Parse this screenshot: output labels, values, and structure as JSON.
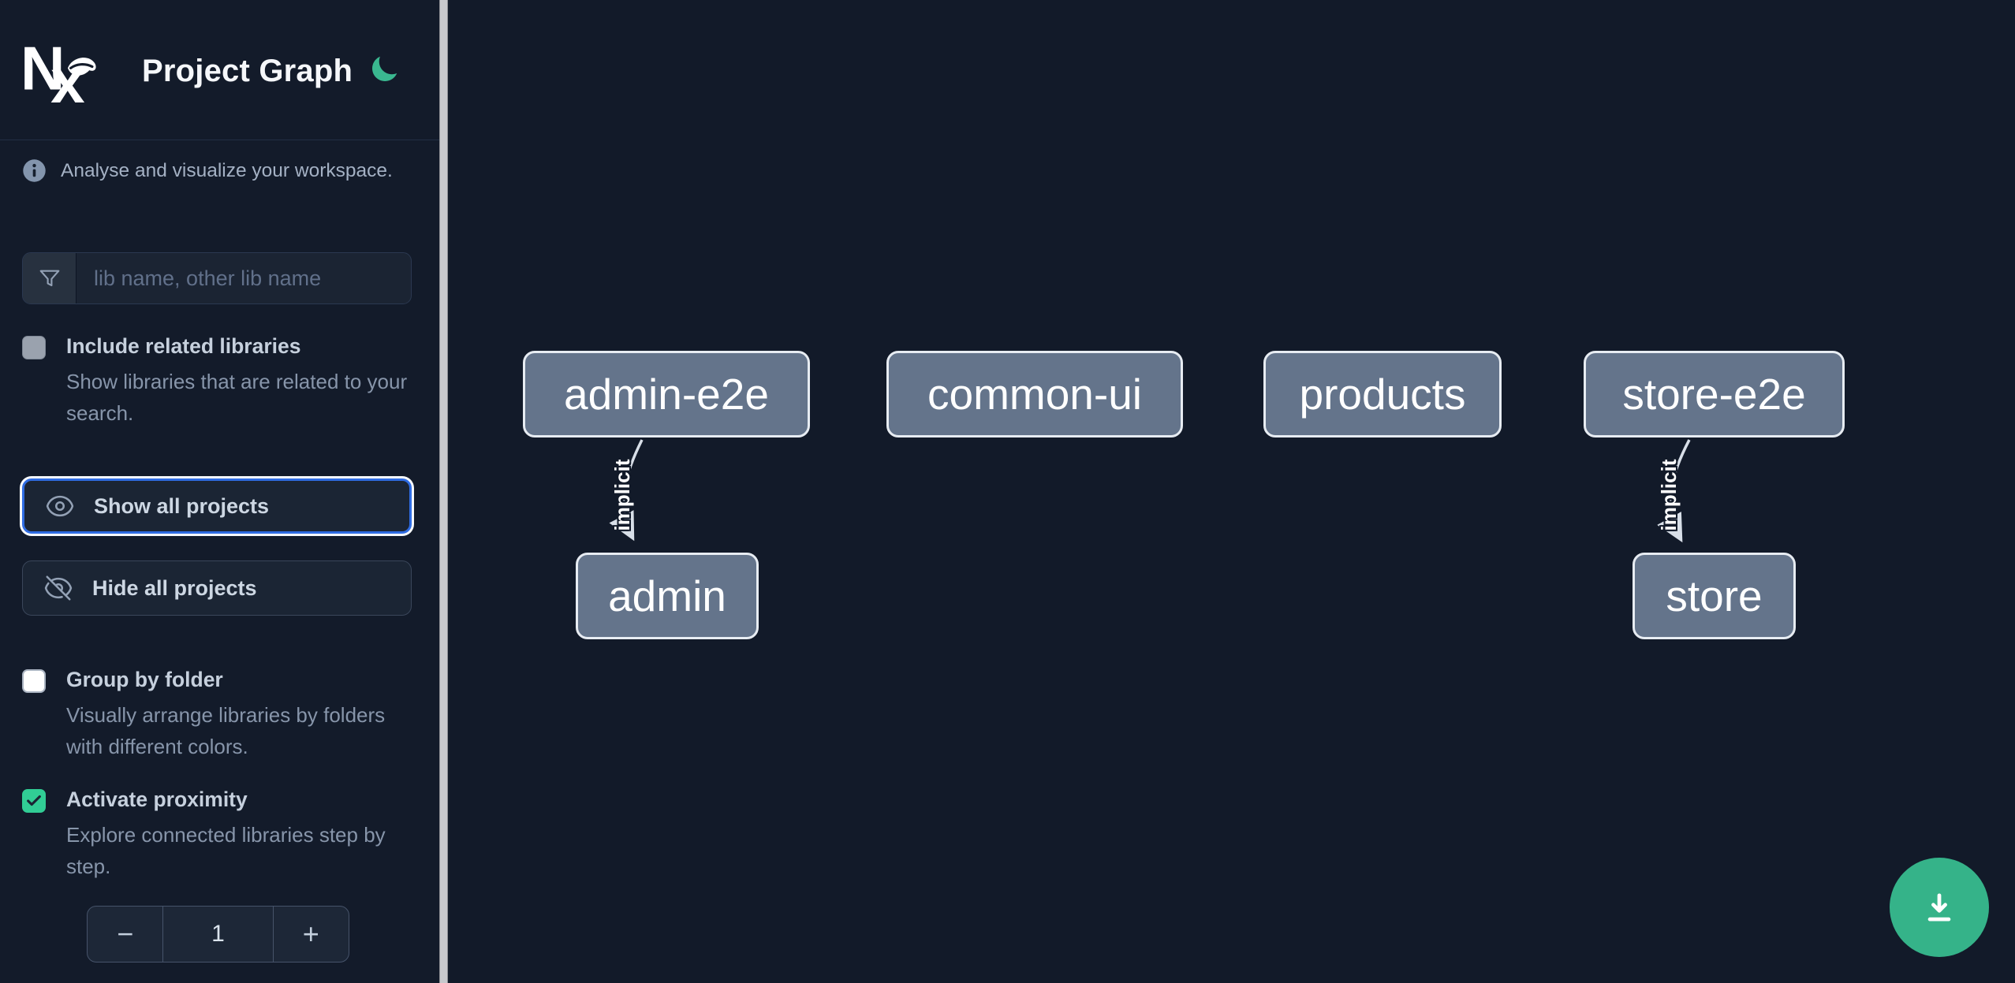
{
  "app": {
    "title": "Project Graph",
    "logo": "nx-logo",
    "theme_toggle_icon": "moon"
  },
  "sidebar": {
    "tagline": "Analyse and visualize your workspace.",
    "search": {
      "icon": "funnel",
      "placeholder": "lib name, other lib name",
      "value": ""
    },
    "include_related": {
      "label": "Include related libraries",
      "description": "Show libraries that are related to your search.",
      "checked": false,
      "disabled": true
    },
    "actions": {
      "show_all": "Show all projects",
      "hide_all": "Hide all projects"
    },
    "group_by_folder": {
      "label": "Group by folder",
      "description": "Visually arrange libraries by folders with different colors.",
      "checked": false
    },
    "activate_proximity": {
      "label": "Activate proximity",
      "description": "Explore connected libraries step by step.",
      "checked": true
    },
    "proximity": {
      "decrement": "−",
      "value": "1",
      "increment": "+"
    }
  },
  "graph": {
    "nodes": [
      {
        "label": "admin-e2e"
      },
      {
        "label": "common-ui"
      },
      {
        "label": "products"
      },
      {
        "label": "store-e2e"
      },
      {
        "label": "admin"
      },
      {
        "label": "store"
      }
    ],
    "edges": [
      {
        "source": "admin-e2e",
        "target": "admin",
        "label": "implicit"
      },
      {
        "source": "store-e2e",
        "target": "store",
        "label": "implicit"
      }
    ]
  },
  "fab": {
    "icon": "download"
  },
  "colors": {
    "background": "#121a29",
    "sidebar_background": "#131b2a",
    "accent_green": "#35b389",
    "moon_green": "#3ab890",
    "focus_blue": "#2f6ce3",
    "node_fill": "#64748b",
    "node_border": "#e7ecf2",
    "checkbox_checked": "#31cd95"
  }
}
